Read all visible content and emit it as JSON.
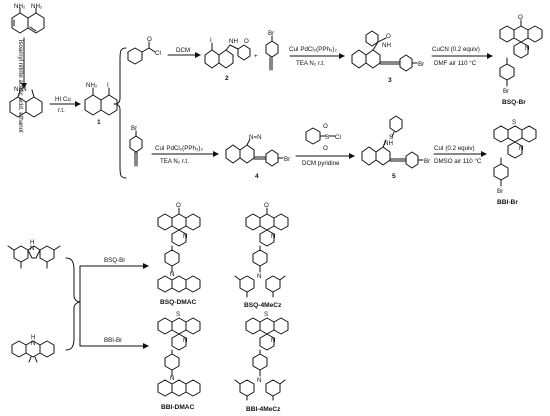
{
  "atoms": {
    "NH2": "NH₂",
    "NH": "NH",
    "N": "N",
    "O": "O",
    "S": "S",
    "I": "I",
    "Br": "Br",
    "Cl": "Cl",
    "H": "H",
    "N_eq_N": "N=N"
  },
  "conditions": {
    "diazo": "isoamyl nitrite acetic acid, ethanol",
    "hi_cu": "HI Cu",
    "rt": "r.t.",
    "dcm": "DCM",
    "sono_top": "CuI PdCl₂(PPh₃)₂",
    "sono_top_2": "TEA  N₂  r.t.",
    "cucn": "CuCN (0.2 equiv)",
    "cucn_2": "DMF air 110 °C",
    "sono_bottom": "CuI PdCl₂(PPh₃)₂",
    "sono_bottom_2": "TEA  N₂  r.t.",
    "dcm_pyr": "DCM  pyridine",
    "cui": "CuI (0.2 equiv)",
    "cui_2": "DMSO air 110 °C",
    "bsq_br_reagent": "BSQ-Br",
    "bbi_br_reagent": "BBI-Br",
    "plus": "+"
  },
  "compounds": {
    "c1": "1",
    "c2": "2",
    "c3": "3",
    "c4": "4",
    "c5": "5",
    "bsq_br": "BSQ-Br",
    "bbi_br": "BBI-Br",
    "bsq_dmac": "BSQ-DMAC",
    "bsq_4mecz": "BSQ-4MeCz",
    "bbi_dmac": "BBI-DMAC",
    "bbi_4mecz": "BBI-4MeCz"
  }
}
